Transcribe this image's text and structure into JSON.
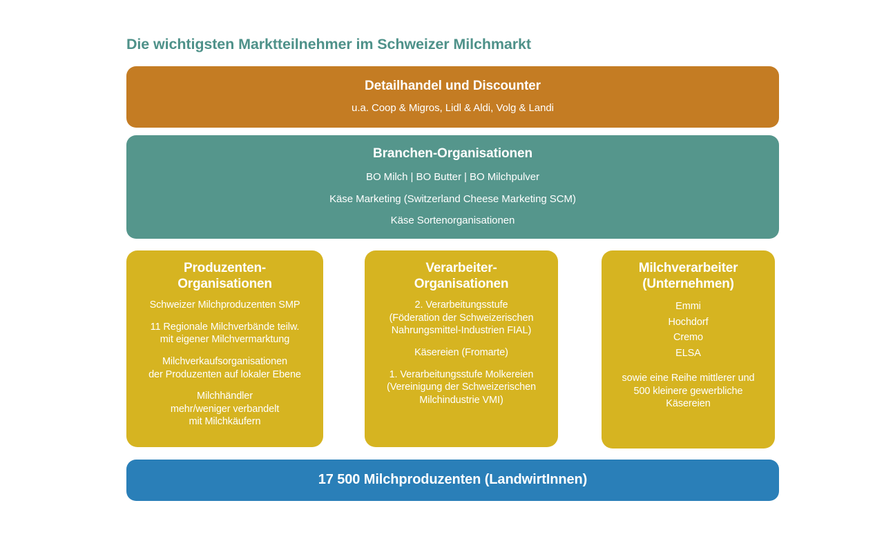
{
  "title": "Die wichtigsten Marktteilnehmer im Schweizer Milchmarkt",
  "colors": {
    "title": "#4E9189",
    "retail": "#C47C23",
    "branch": "#55968C",
    "column": "#D6B421",
    "producers": "#2A7FB8",
    "text_on_color": "#FFFFFF",
    "background": "#FFFFFF"
  },
  "retail": {
    "heading": "Detailhandel und Discounter",
    "lines": [
      "u.a. Coop & Migros, Lidl & Aldi, Volg & Landi"
    ]
  },
  "branch": {
    "heading": "Branchen-Organisationen",
    "lines": [
      "BO Milch | BO Butter | BO Milchpulver",
      "Käse Marketing (Switzerland Cheese Marketing SCM)",
      "Käse Sortenorganisationen"
    ]
  },
  "columns": [
    {
      "heading": "Produzenten-\nOrganisationen",
      "entries": [
        "Schweizer Milchproduzenten SMP",
        "11 Regionale Milchverbände teilw.\nmit eigener Milchvermarktung",
        "Milchverkaufsorganisationen\nder Produzenten auf lokaler Ebene",
        "Milchhändler\nmehr/weniger verbandelt\nmit Milchkäufern"
      ]
    },
    {
      "heading": "Verarbeiter-\nOrganisationen",
      "entries": [
        "2. Verarbeitungsstufe\n(Föderation der Schweizerischen\nNahrungsmittel-Industrien FIAL)",
        "Käsereien (Fromarte)",
        "1. Verarbeitungsstufe Molkereien\n(Vereinigung der Schweizerischen\nMilchindustrie VMI)"
      ]
    },
    {
      "heading": "Milchverarbeiter\n(Unternehmen)",
      "entries": [
        "Emmi\nHochdorf\nCremo\nELSA",
        "sowie eine Reihe mittlerer und\n500 kleinere gewerbliche\nKäsereien"
      ]
    }
  ],
  "producers": {
    "heading": "17 500 Milchproduzenten (LandwirtInnen)"
  }
}
